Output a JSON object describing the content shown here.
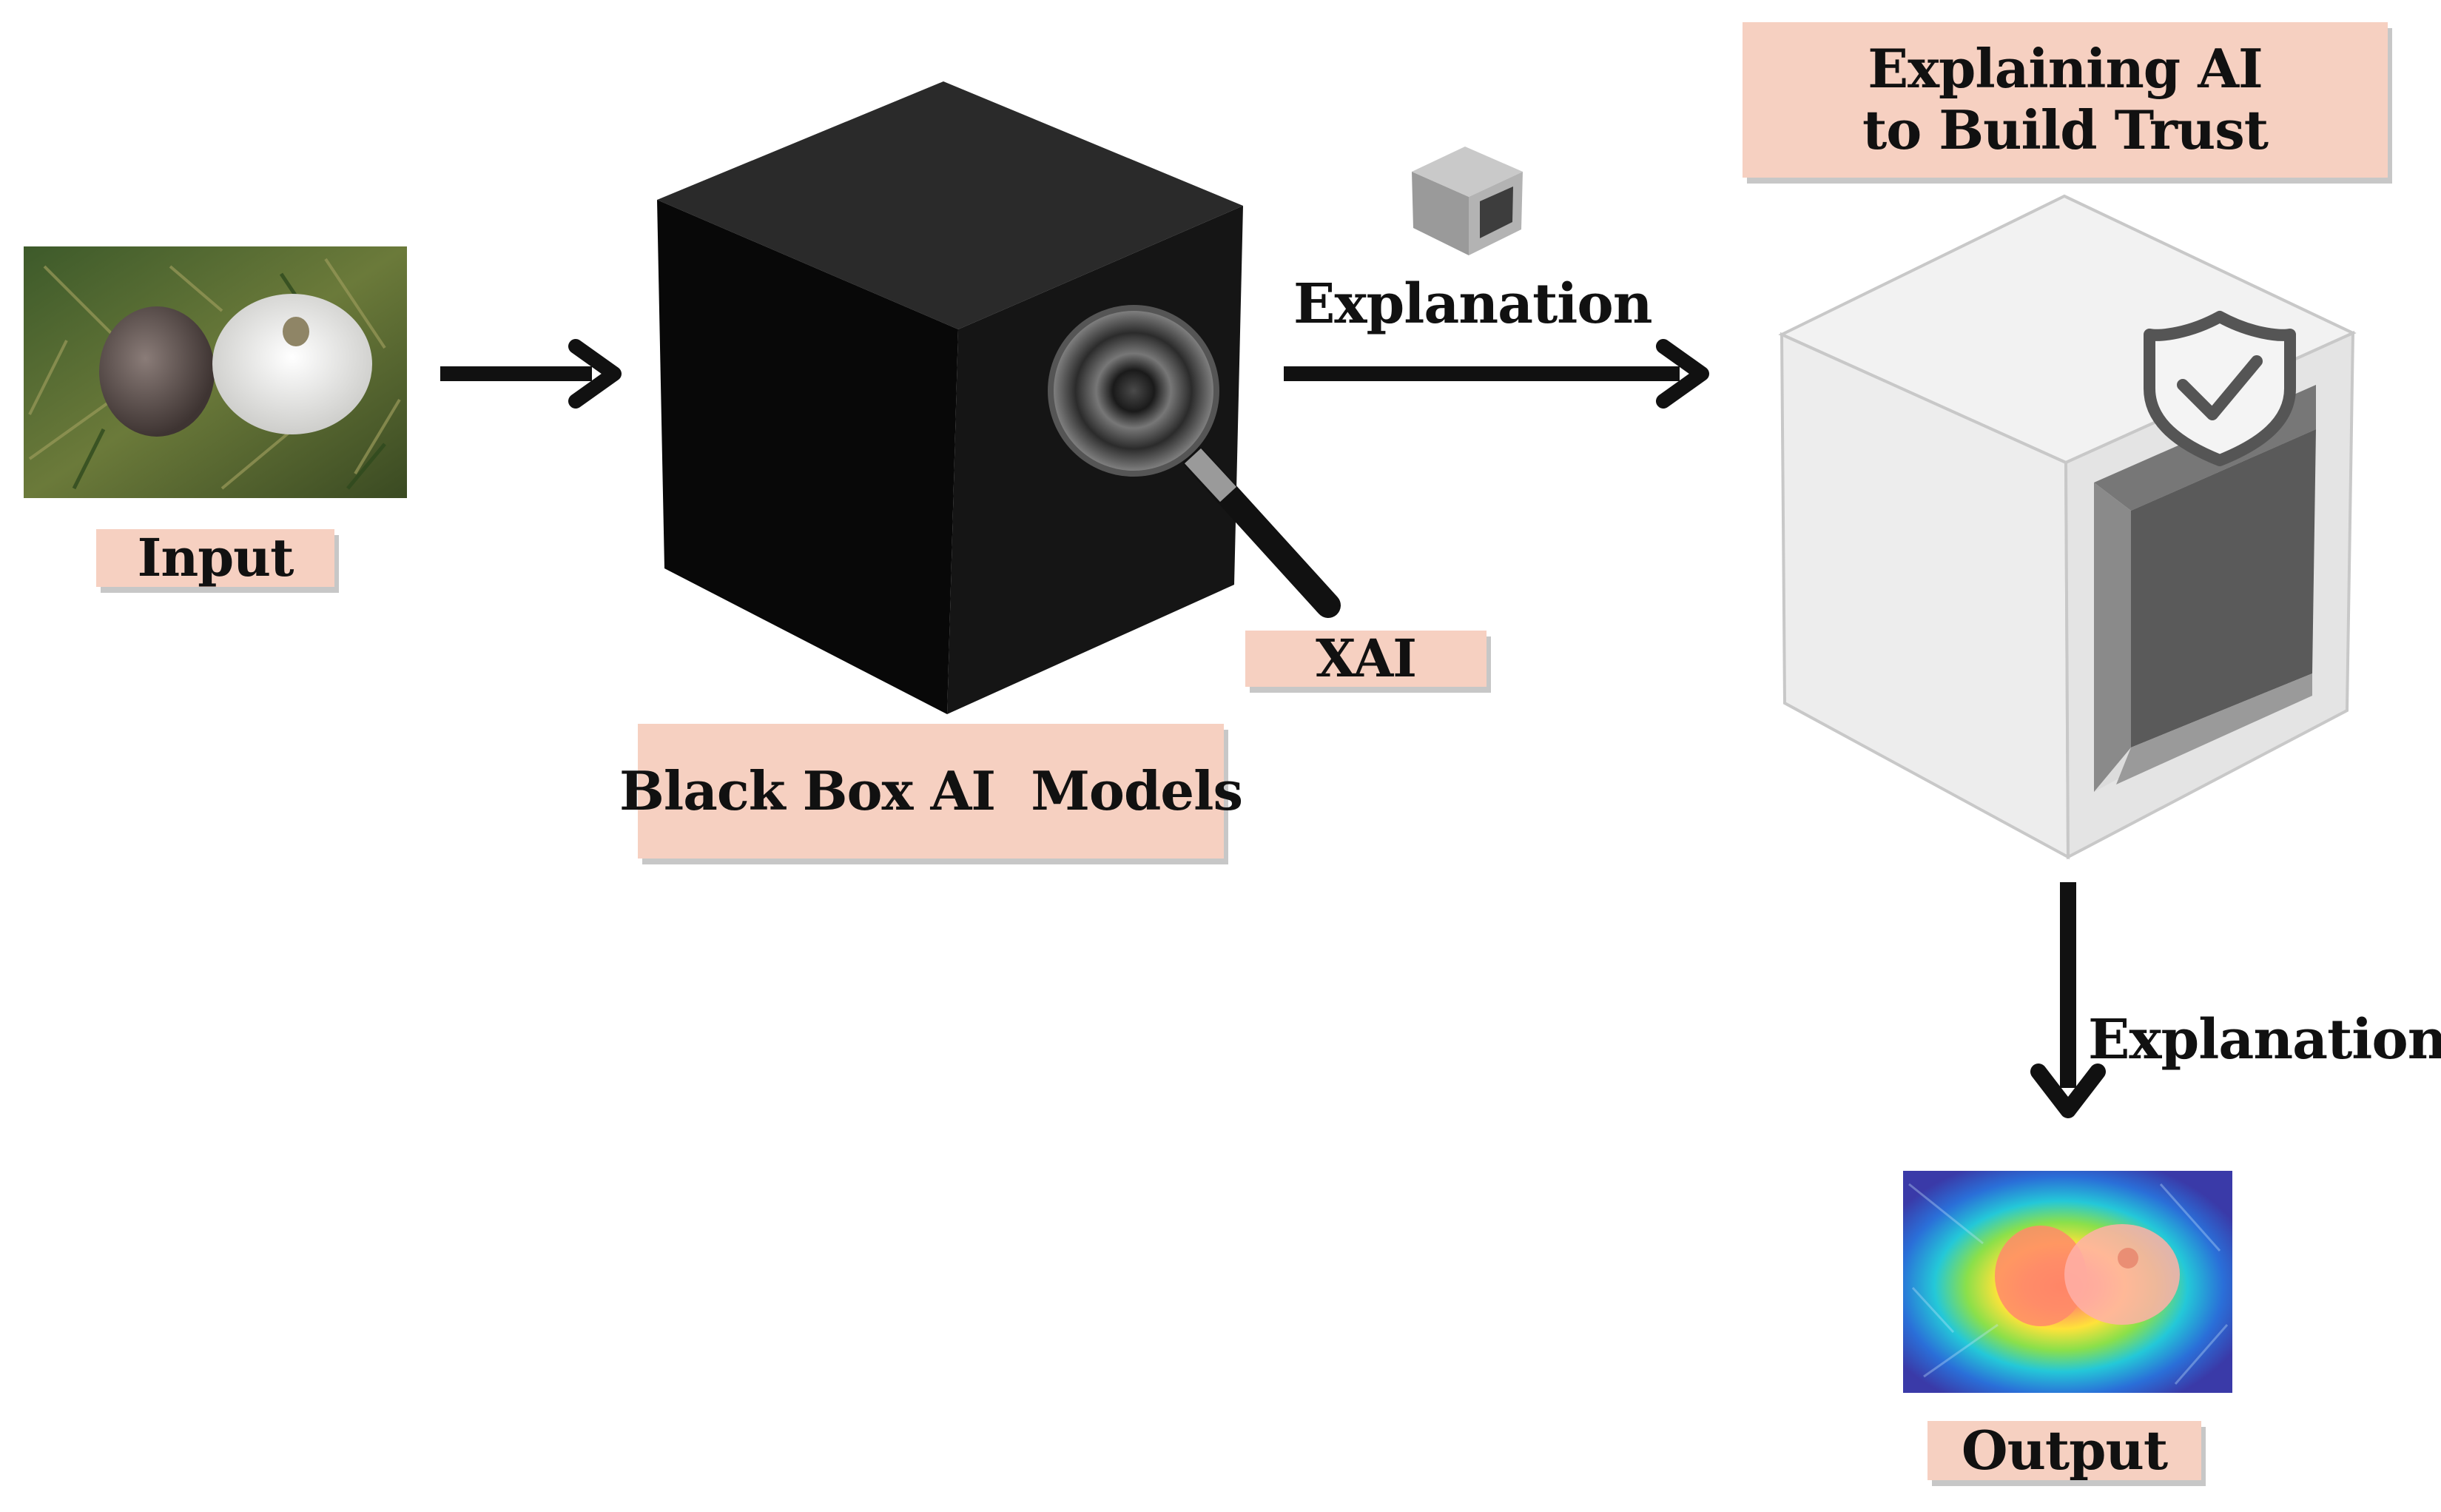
{
  "labels": {
    "input": "Input",
    "black_box": "Black Box AI  Models",
    "xai": "XAI",
    "explanation_top": "Explanation",
    "explanation_side": "Explanation",
    "output": "Output",
    "title_line1": "Explaining AI",
    "title_line2": "to Build Trust"
  },
  "icons": {
    "input_image": "mushroom-photo",
    "black_box": "black-cube-icon",
    "magnifier": "magnifying-glass-icon",
    "small_box": "small-gray-box-icon",
    "white_box": "open-white-cube-icon",
    "shield": "shield-check-icon",
    "output_image": "heatmap-photo"
  },
  "colors": {
    "label_bg": "#f6d0c1",
    "arrow": "#111111"
  }
}
